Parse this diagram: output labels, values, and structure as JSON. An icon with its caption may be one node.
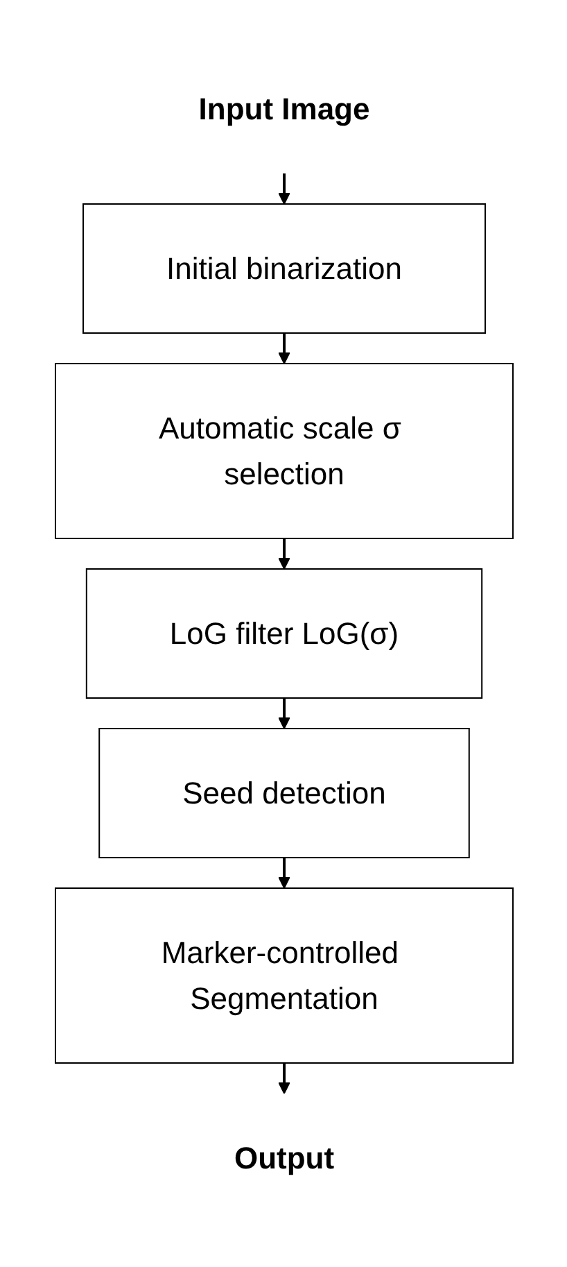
{
  "diagram": {
    "nodes": [
      {
        "text": [
          "Input Image"
        ]
      },
      {
        "text": [
          "Initial binarization"
        ]
      },
      {
        "text": [
          "Automatic scale σ selection"
        ]
      },
      {
        "text": [
          "LoG filter LoG(σ)"
        ]
      },
      {
        "text": [
          "Seed detection"
        ]
      },
      {
        "text": [
          "Marker-controlled Segmentation"
        ]
      },
      {
        "text": [
          "Output"
        ]
      }
    ],
    "edges": [
      {
        "from": 0,
        "to": 1,
        "arrow": "to"
      },
      {
        "from": 1,
        "to": 2,
        "arrow": "to"
      },
      {
        "from": 2,
        "to": 3,
        "arrow": "to"
      },
      {
        "from": 3,
        "to": 4,
        "arrow": "to"
      },
      {
        "from": 4,
        "to": 5,
        "arrow": "to"
      },
      {
        "from": 5,
        "to": 6,
        "arrow": "to"
      }
    ]
  }
}
